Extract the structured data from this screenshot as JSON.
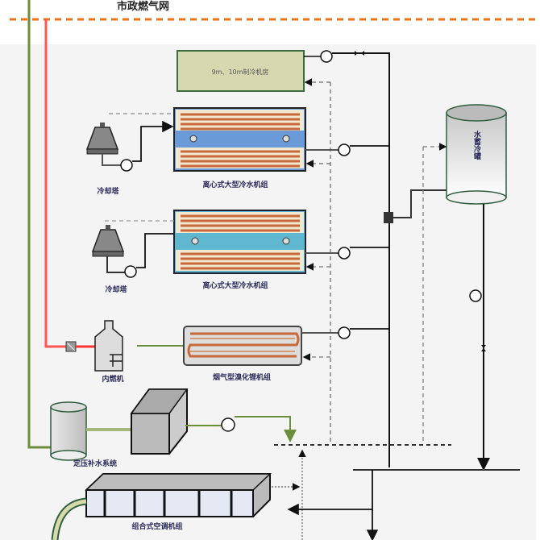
{
  "title": "市政燃气网",
  "components": {
    "chiller_room": "9m、10m制冷机房",
    "centrifugal_chiller_1": "离心式大型冷水机组",
    "centrifugal_chiller_2": "离心式大型冷水机组",
    "cooling_tower_1": "冷却塔",
    "cooling_tower_2": "冷却塔",
    "engine": "内燃机",
    "libr_unit": "烟气型溴化锂机组",
    "pressure_system": "定压补水系统",
    "ahu": "组合式空调机组",
    "storage_tank": "水蓄冷罐"
  },
  "colors": {
    "gas_line": "#e8731a",
    "engine_line": "#ff4444",
    "green_line": "#6b8e3a",
    "coil": "#c8693a",
    "chiller1_mid": "#6a9ad8",
    "chiller2_mid": "#5fb8d0",
    "room_box": "#d6d9b0"
  }
}
